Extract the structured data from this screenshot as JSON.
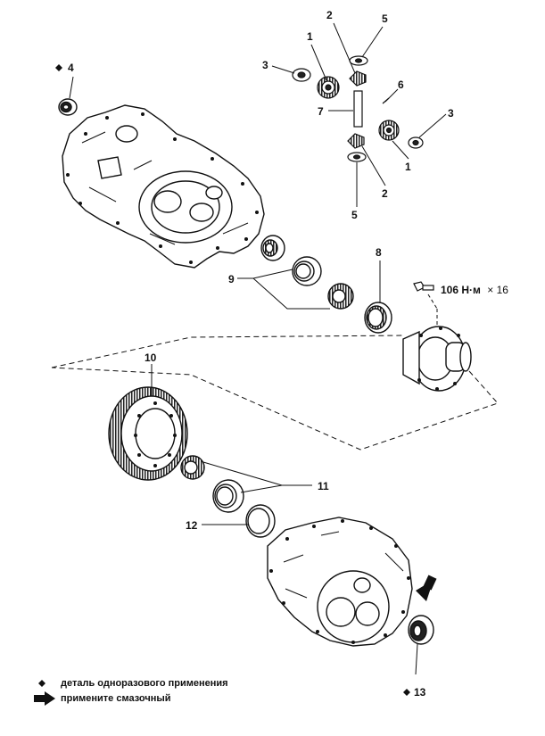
{
  "callouts": {
    "c1a": "1",
    "c1b": "1",
    "c2a": "2",
    "c2b": "2",
    "c3a": "3",
    "c3b": "3",
    "c4": "4",
    "c5a": "5",
    "c5b": "5",
    "c6": "6",
    "c7": "7",
    "c8": "8",
    "c9": "9",
    "c10": "10",
    "c11": "11",
    "c12": "12",
    "c13": "13"
  },
  "torque": {
    "value": "106 Н·м",
    "multiplier": "× 16"
  },
  "legend": {
    "disposable_label": "деталь одноразового применения",
    "grease_label": "примените смазочный"
  },
  "symbols": {
    "disposable": "diamond",
    "grease": "arrow"
  }
}
